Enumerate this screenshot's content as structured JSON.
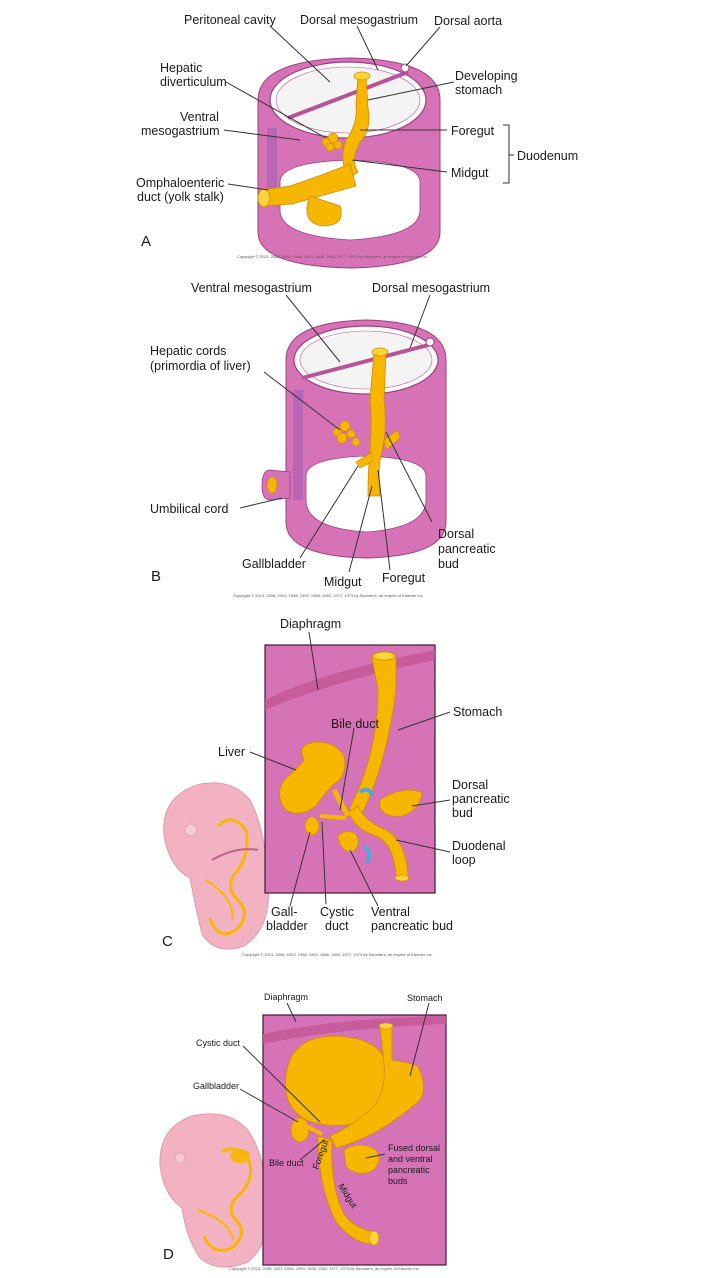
{
  "colors": {
    "body_pink": "#d673b6",
    "body_pink_light": "#e79bd0",
    "body_pink_dark": "#b65497",
    "gut_yellow": "#f7b600",
    "gut_yellow_light": "#ffd33a",
    "cavity_white": "#ffffff",
    "embryo_pink": "#f2b2c2",
    "duct_blue": "#4aa8dc"
  },
  "copyright": "Copyright © 2013, 2008, 2003, 1998, 1993, 1988, 1982, 1977, 1973 by Saunders, an imprint of Elsevier Inc.",
  "panels": {
    "A": {
      "letter": "A",
      "labels": {
        "peritoneal_cavity": "Peritoneal cavity",
        "dorsal_mesogastrium": "Dorsal mesogastrium",
        "dorsal_aorta": "Dorsal aorta",
        "hepatic_diverticulum_1": "Hepatic",
        "hepatic_diverticulum_2": "diverticulum",
        "developing_stomach_1": "Developing",
        "developing_stomach_2": "stomach",
        "ventral_mesogastrium_1": "Ventral",
        "ventral_mesogastrium_2": "mesogastrium",
        "foregut": "Foregut",
        "duodenum": "Duodenum",
        "midgut": "Midgut",
        "omphaloenteric_1": "Omphaloenteric",
        "omphaloenteric_2": "duct (yolk stalk)"
      }
    },
    "B": {
      "letter": "B",
      "labels": {
        "ventral_mesogastrium": "Ventral mesogastrium",
        "dorsal_mesogastrium": "Dorsal mesogastrium",
        "hepatic_cords_1": "Hepatic cords",
        "hepatic_cords_2": "(primordia of liver)",
        "umbilical_cord": "Umbilical cord",
        "dorsal_pancreatic_1": "Dorsal",
        "dorsal_pancreatic_2": "pancreatic",
        "dorsal_pancreatic_3": "bud",
        "gallbladder": "Gallbladder",
        "midgut": "Midgut",
        "foregut": "Foregut"
      }
    },
    "C": {
      "letter": "C",
      "labels": {
        "diaphragm": "Diaphragm",
        "stomach": "Stomach",
        "bile_duct": "Bile duct",
        "liver": "Liver",
        "dorsal_pancreatic_1": "Dorsal",
        "dorsal_pancreatic_2": "pancreatic",
        "dorsal_pancreatic_3": "bud",
        "duodenal_loop_1": "Duodenal",
        "duodenal_loop_2": "loop",
        "gallbladder_1": "Gall-",
        "gallbladder_2": "bladder",
        "cystic_duct_1": "Cystic",
        "cystic_duct_2": "duct",
        "ventral_pancreatic_1": "Ventral",
        "ventral_pancreatic_2": "pancreatic bud"
      }
    },
    "D": {
      "letter": "D",
      "labels": {
        "diaphragm": "Diaphragm",
        "stomach": "Stomach",
        "cystic_duct": "Cystic duct",
        "gallbladder": "Gallbladder",
        "bile_duct": "Bile duct",
        "fused_1": "Fused dorsal",
        "fused_2": "and ventral",
        "fused_3": "pancreatic",
        "fused_4": "buds",
        "foregut": "Foregut",
        "midgut": "Midgut"
      }
    }
  }
}
